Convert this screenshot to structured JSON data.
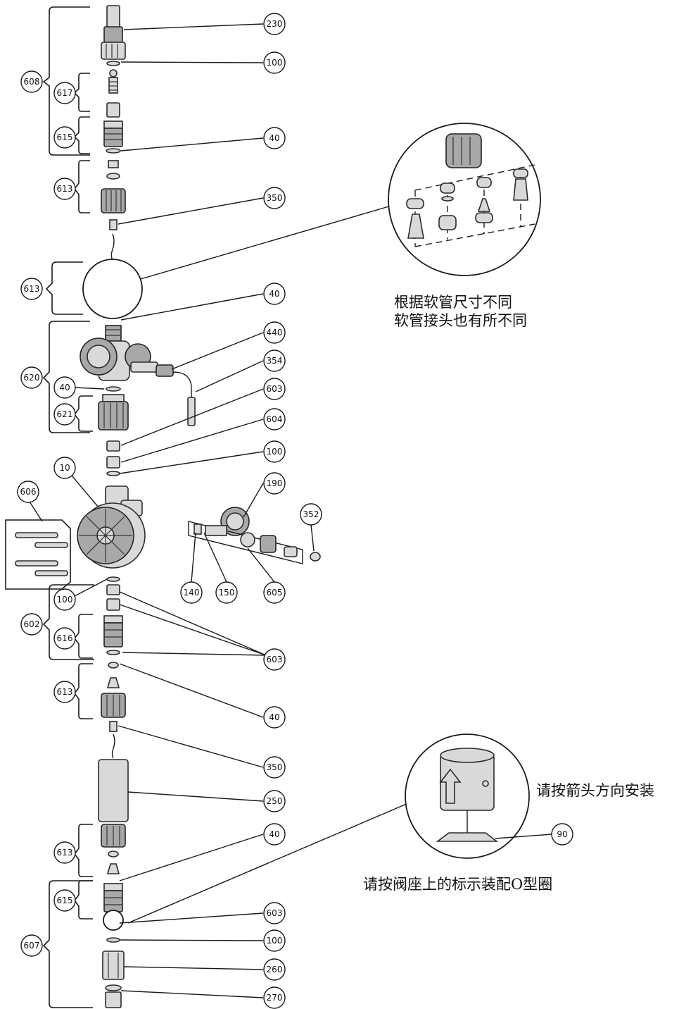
{
  "callouts": {
    "c230": "230",
    "c100a": "100",
    "c608": "608",
    "c617": "617",
    "c615a": "615",
    "c40a": "40",
    "c613a": "613",
    "c350a": "350",
    "c613b": "613",
    "c40b": "40",
    "c620": "620",
    "c440": "440",
    "c354": "354",
    "c40c": "40",
    "c603a": "603",
    "c621": "621",
    "c604": "604",
    "c100b": "100",
    "c10": "10",
    "c190": "190",
    "c606": "606",
    "c352": "352",
    "c140": "140",
    "c150": "150",
    "c605": "605",
    "c100c": "100",
    "c602": "602",
    "c616": "616",
    "c603b": "603",
    "c613c": "613",
    "c40d": "40",
    "c350b": "350",
    "c250": "250",
    "c40e": "40",
    "c613d": "613",
    "c615b": "615",
    "c603c": "603",
    "c100d": "100",
    "c607": "607",
    "c260": "260",
    "c270": "270",
    "c90": "90"
  },
  "notes": {
    "hose_line1": "根据软管尺寸不同",
    "hose_line2": "软管接头也有所不同",
    "arrow_direction": "请按箭头方向安装",
    "o_ring": "请按阀座上的标示装配O型圈"
  }
}
